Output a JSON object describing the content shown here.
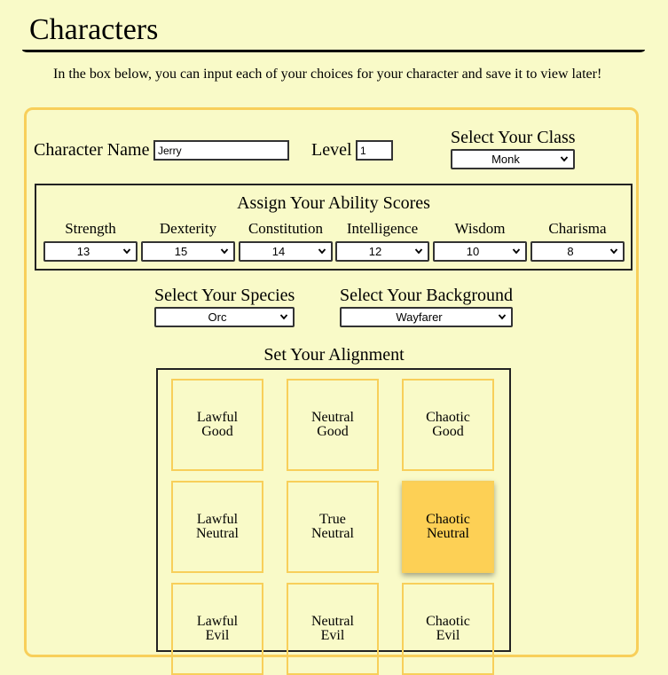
{
  "page": {
    "title": "Characters",
    "intro": "In the box below, you can input each of your choices for your character and save it to view later!"
  },
  "form": {
    "name_label": "Character Name",
    "name_value": "Jerry",
    "level_label": "Level",
    "level_value": "1",
    "class_label": "Select Your Class",
    "class_value": "Monk",
    "abilities_title": "Assign Your Ability Scores",
    "abilities": [
      {
        "name": "Strength",
        "value": "13"
      },
      {
        "name": "Dexterity",
        "value": "15"
      },
      {
        "name": "Constitution",
        "value": "14"
      },
      {
        "name": "Intelligence",
        "value": "12"
      },
      {
        "name": "Wisdom",
        "value": "10"
      },
      {
        "name": "Charisma",
        "value": "8"
      }
    ],
    "species_label": "Select Your Species",
    "species_value": "Orc",
    "background_label": "Select Your Background",
    "background_value": "Wayfarer",
    "alignment_title": "Set Your Alignment",
    "alignments": [
      {
        "line1": "Lawful",
        "line2": "Good"
      },
      {
        "line1": "Neutral",
        "line2": "Good"
      },
      {
        "line1": "Chaotic",
        "line2": "Good"
      },
      {
        "line1": "Lawful",
        "line2": "Neutral"
      },
      {
        "line1": "True",
        "line2": "Neutral"
      },
      {
        "line1": "Chaotic",
        "line2": "Neutral"
      },
      {
        "line1": "Lawful",
        "line2": "Evil"
      },
      {
        "line1": "Neutral",
        "line2": "Evil"
      },
      {
        "line1": "Chaotic",
        "line2": "Evil"
      }
    ],
    "selected_alignment": "Chaotic Neutral"
  },
  "colors": {
    "background": "#f9fac8",
    "accent": "#f8cf5a",
    "selected": "#fdd055"
  }
}
